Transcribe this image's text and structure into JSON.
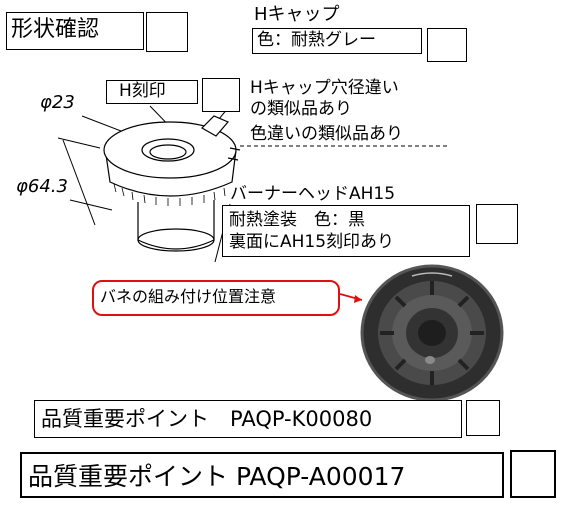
{
  "shape_check": {
    "label": "形状確認"
  },
  "h_cap": {
    "title": "Hキャップ",
    "color_label": "色：耐熱グレー",
    "engraving_label": "H刻印",
    "note_line1": "Hキャップ穴径違い",
    "note_line2": "の類似品あり",
    "note_line3": "色違いの類似品あり"
  },
  "dimensions": {
    "inner_diameter": "φ23",
    "outer_diameter": "φ64.3"
  },
  "burner_head": {
    "title": "バーナーヘッドAH15",
    "spec_line1": "耐熱塗装　色：黒",
    "spec_line2": "裏面にAH15刻印あり"
  },
  "spring_note": {
    "label": "バネの組み付け位置注意"
  },
  "quality_points": [
    {
      "label": "品質重要ポイント　PAQP-K00080"
    },
    {
      "label": "品質重要ポイント PAQP-A00017"
    }
  ],
  "colors": {
    "annotation_red": "#e01010",
    "part_gray": "#3a3a3a"
  }
}
